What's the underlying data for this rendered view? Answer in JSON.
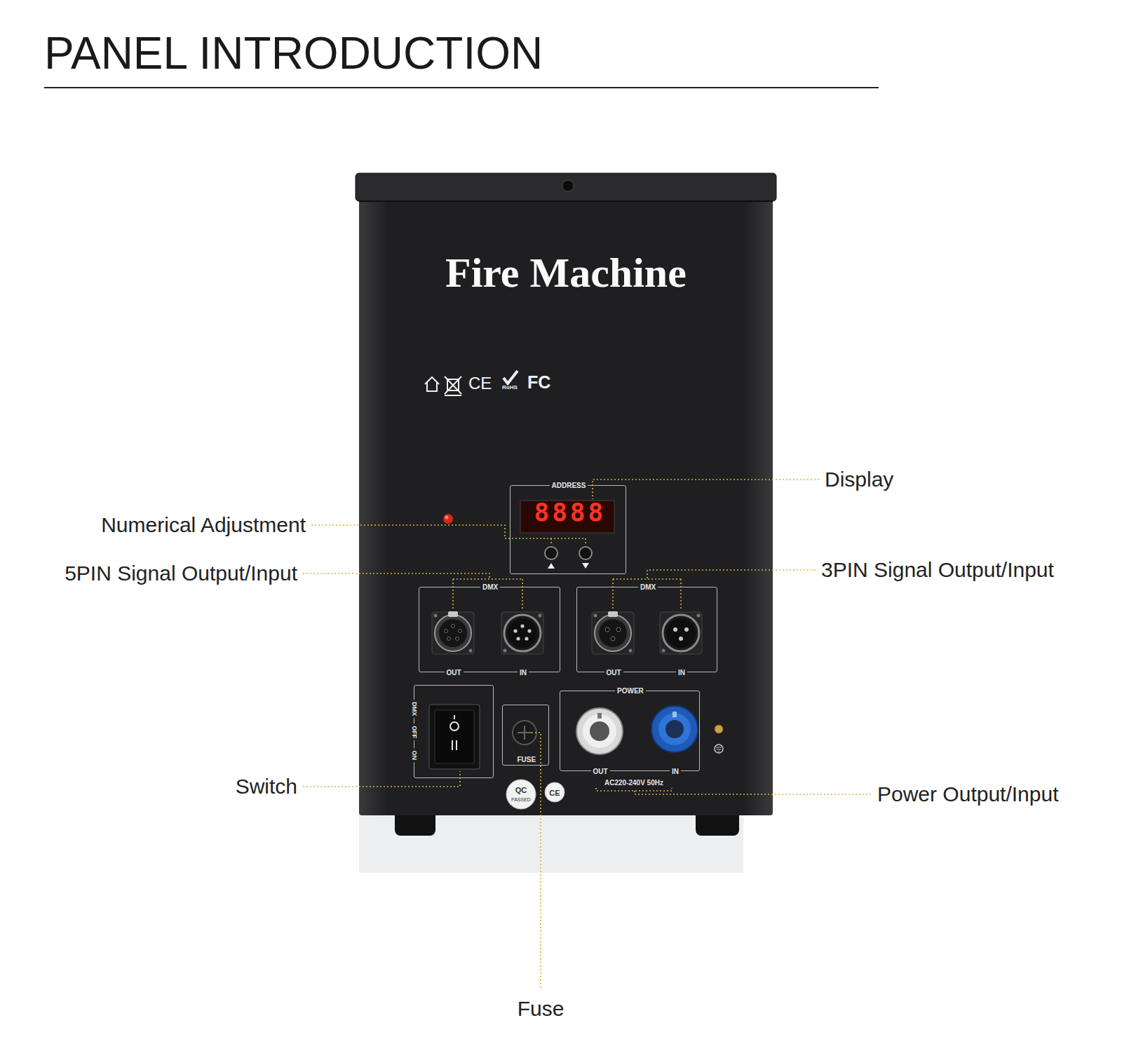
{
  "diagram": {
    "title": "PANEL INTRODUCTION",
    "nodes": [
      {
        "text": [
          "Fire Machine"
        ]
      },
      {
        "text": [
          "ADDRESS",
          "8888"
        ],
        "in": 0
      },
      {
        "text": [
          "DMX",
          "OUT",
          "IN"
        ],
        "in": 0
      },
      {
        "text": [
          "DMX",
          "OUT",
          "IN"
        ],
        "in": 0
      },
      {
        "text": [
          "DMX",
          "OFF",
          "ON"
        ],
        "in": 0
      },
      {
        "text": [
          "FUSE"
        ],
        "in": 0
      },
      {
        "text": [
          "POWER",
          "OUT",
          "IN",
          "AC220-240V 50Hz"
        ],
        "in": 0
      }
    ],
    "labels": [
      "CE",
      "RoHS",
      "FC",
      "Display",
      "Numerical Adjustment",
      "5PIN Signal Output/Input",
      "3PIN Signal Output/Input",
      "Switch",
      "QC",
      "PASSED",
      "CE",
      "Power Output/Input",
      "Fuse"
    ]
  }
}
